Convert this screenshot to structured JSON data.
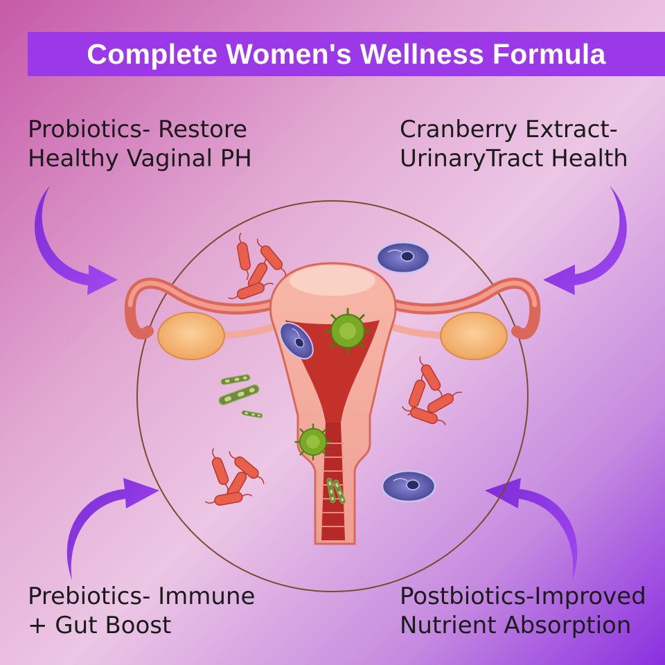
{
  "banner": {
    "title": "Complete Women's Wellness Formula"
  },
  "benefits": {
    "top_left": {
      "line1": "Probiotics- Restore",
      "line2": "Healthy Vaginal PH"
    },
    "top_right": {
      "line1": "Cranberry Extract-",
      "line2": "UrinaryTract Health"
    },
    "bottom_left": {
      "line1": "Prebiotics- Immune",
      "line2": "+ Gut Boost"
    },
    "bottom_right": {
      "line1": "Postbiotics-Improved",
      "line2": "Nutrient Absorption"
    }
  },
  "colors": {
    "banner": "#9b38e8",
    "arrow": "#8f2fe6",
    "text": "#1b1b1b",
    "bacteria": "#e8604c",
    "virus": "#7aa827",
    "cell": "#5c5aa8"
  },
  "icons": [
    "curved-arrow-icon",
    "uterus-illustration",
    "bacteria-icon",
    "virus-icon",
    "cell-icon"
  ]
}
